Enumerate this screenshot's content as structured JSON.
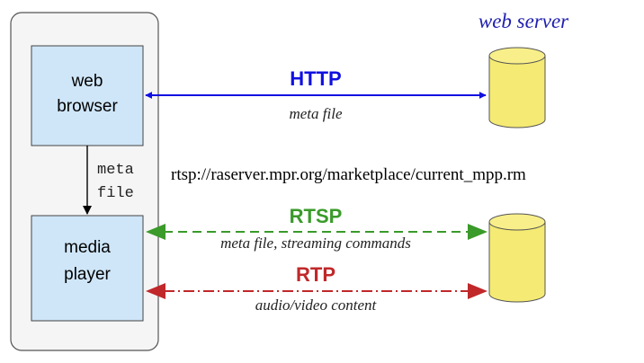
{
  "client": {
    "browser_line1": "web",
    "browser_line2": "browser",
    "player_line1": "media",
    "player_line2": "player",
    "internal_label_line1": "meta",
    "internal_label_line2": "file"
  },
  "server_label": "web server",
  "url_text": "rtsp://raserver.mpr.org/marketplace/current_mpp.rm",
  "links": {
    "http": {
      "protocol": "HTTP",
      "content": "meta file"
    },
    "rtsp": {
      "protocol": "RTSP",
      "content": "meta file, streaming commands"
    },
    "rtp": {
      "protocol": "RTP",
      "content": "audio/video content"
    }
  },
  "colors": {
    "http": "#1010e0",
    "rtsp": "#3a9a2a",
    "rtp": "#c0282a",
    "server_label": "#2020b0",
    "client_box_fill": "#cfe6f8",
    "cylinder_fill": "#f5ea73"
  }
}
